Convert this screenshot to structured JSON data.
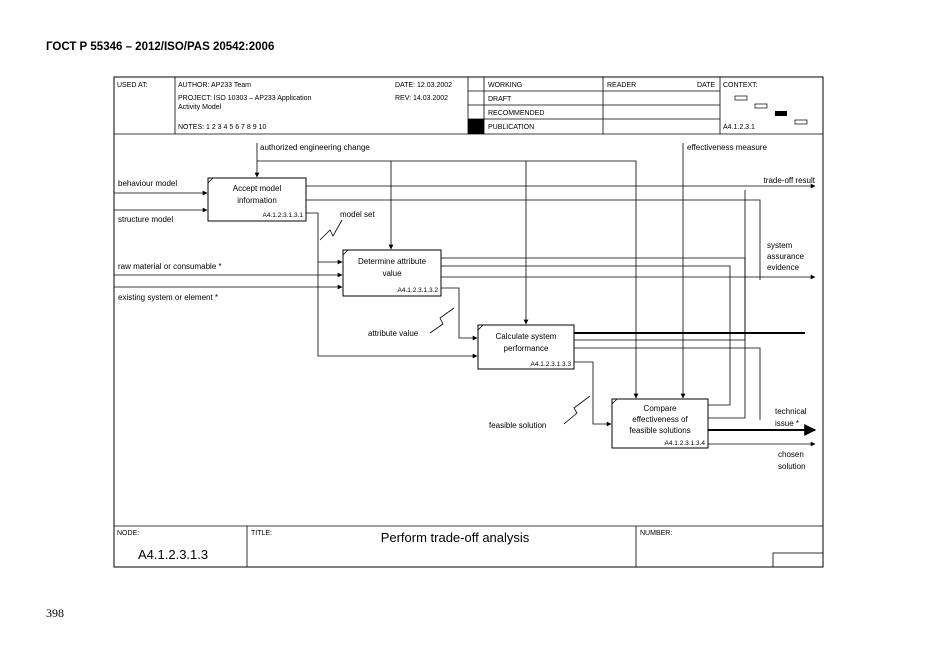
{
  "document": {
    "standard_title": "ГОСТ Р 55346 – 2012/ISO/PAS 20542:2006",
    "page_number": "398"
  },
  "header": {
    "used_at_label": "USED AT:",
    "author_line": "AUTHOR: AP233 Team",
    "project_line": "PROJECT: ISO 10303 – AP233 Application",
    "project_line2": "Activity Model",
    "notes_line": "NOTES: 1 2 3 4 5 6 7 8 9 10",
    "date_line": "DATE: 12.03.2002",
    "rev_line": "REV: 14.03.2002",
    "status": [
      "WORKING",
      "DRAFT",
      "RECOMMENDED",
      "PUBLICATION"
    ],
    "reader_label": "READER",
    "reader_date_label": "DATE",
    "context_label": "CONTEXT:",
    "context_node": "A4.1.2.3.1"
  },
  "diagram": {
    "boxes": [
      {
        "label1": "Accept model",
        "label2": "information",
        "number": "A4.1.2.3.1.3.1"
      },
      {
        "label1": "Determine attribute",
        "label2": "value",
        "number": "A4.1.2.3.1.3.2"
      },
      {
        "label1": "Calculate system",
        "label2": "performance",
        "number": "A4.1.2.3.1.3.3"
      },
      {
        "label1": "Compare",
        "label2": "effectiveness of",
        "label3": "feasible solutions",
        "number": "A4.1.2.3.1.3.4"
      }
    ],
    "inputs": {
      "behaviour_model": "behaviour model",
      "structure_model": "structure model",
      "raw_material": "raw material or consumable *",
      "existing_system": "existing system or element *"
    },
    "controls": {
      "authorized_change": "authorized engineering change",
      "effectiveness_measure": "effectiveness measure"
    },
    "outputs": {
      "tradeoff_result": "trade-off result",
      "sae_1": "system",
      "sae_2": "assurance",
      "sae_3": "evidence",
      "tech_1": "technical",
      "tech_2": "issue *",
      "chosen_1": "chosen",
      "chosen_2": "solution"
    },
    "internal": {
      "model_set": "model set",
      "attribute_value": "attribute value",
      "feasible_solution": "feasible solution"
    }
  },
  "footer": {
    "node_label": "NODE:",
    "node_value": "A4.1.2.3.1.3",
    "title_label": "TITLE:",
    "title_value": "Perform trade-off analysis",
    "number_label": "NUMBER:"
  }
}
